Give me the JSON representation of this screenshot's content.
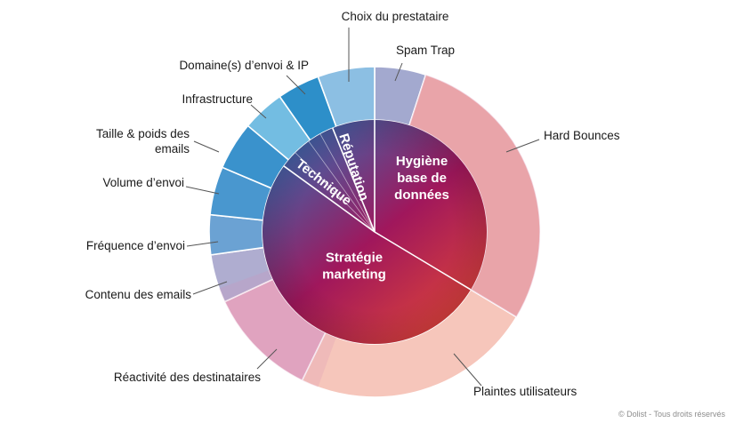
{
  "inner_segments": [
    {
      "id": "hygiene",
      "lines": [
        "Hygiène",
        "base de",
        "données"
      ]
    },
    {
      "id": "strategie",
      "lines": [
        "Stratégie",
        "marketing"
      ]
    },
    {
      "id": "technique",
      "lines": [
        "Technique"
      ]
    },
    {
      "id": "reputation",
      "lines": [
        "Réputation"
      ]
    }
  ],
  "outer_labels": [
    {
      "id": "choix",
      "lines": [
        "Choix du prestataire"
      ]
    },
    {
      "id": "spam",
      "lines": [
        "Spam Trap"
      ]
    },
    {
      "id": "hard",
      "lines": [
        "Hard Bounces"
      ]
    },
    {
      "id": "domaine",
      "lines": [
        "Domaine(s) d’envoi & IP"
      ]
    },
    {
      "id": "infra",
      "lines": [
        "Infrastructure"
      ]
    },
    {
      "id": "taille",
      "lines": [
        "Taille & poids des",
        "emails"
      ]
    },
    {
      "id": "volume",
      "lines": [
        "Volume d’envoi"
      ]
    },
    {
      "id": "frequence",
      "lines": [
        "Fréquence d’envoi"
      ]
    },
    {
      "id": "contenu",
      "lines": [
        "Contenu des emails"
      ]
    },
    {
      "id": "reactivite",
      "lines": [
        "Réactivité des destinataires"
      ]
    },
    {
      "id": "plaintes",
      "lines": [
        "Plaintes utilisateurs"
      ]
    }
  ],
  "copyright": "© Dolist - Tous droits réservés"
}
